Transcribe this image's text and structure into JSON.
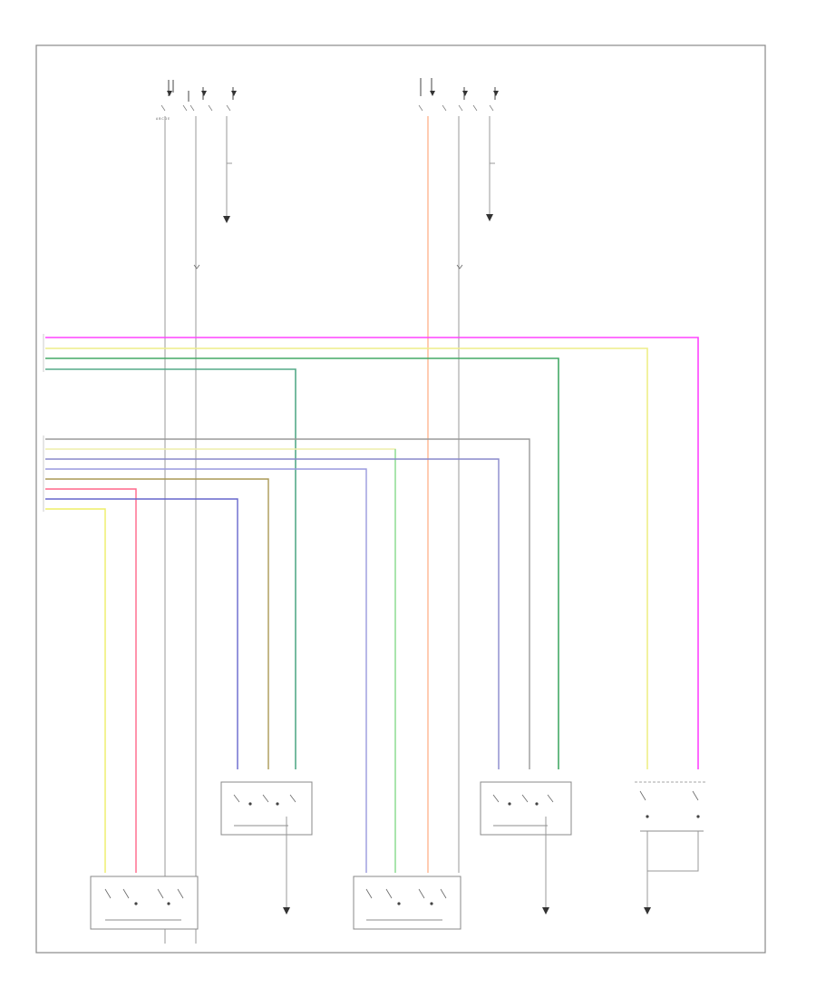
{
  "diagram": {
    "page_ref": "",
    "top_connectors": [
      {
        "id": "left-connector",
        "title_line1": "",
        "title_line2": ""
      },
      {
        "id": "right-connector",
        "title_line1": "",
        "title_line2": ""
      }
    ],
    "bus_wires_top": [
      {
        "label": "",
        "color": "#ff44ff"
      },
      {
        "label": "",
        "color": "#eeee88"
      },
      {
        "label": "",
        "color": "#44aa66"
      },
      {
        "label": "",
        "color": "#55aa88"
      }
    ],
    "bus_wires_bottom": [
      {
        "label": "",
        "color": "#9a9a9a"
      },
      {
        "label": "",
        "color": "#eeeeaa"
      },
      {
        "label": "",
        "color": "#8888cc"
      },
      {
        "label": "",
        "color": "#9999dd"
      },
      {
        "label": "",
        "color": "#aa9955"
      },
      {
        "label": "",
        "color": "#ff6688"
      },
      {
        "label": "",
        "color": "#6666cc"
      },
      {
        "label": "",
        "color": "#eeee66"
      }
    ],
    "components": [
      {
        "id": "left-rear-switch",
        "label": ""
      },
      {
        "id": "left-front-switch",
        "label": ""
      },
      {
        "id": "right-front-switch",
        "label": ""
      },
      {
        "id": "right-rear-switch",
        "label": ""
      },
      {
        "id": "lockout-switch",
        "label": ""
      }
    ],
    "grounds": [
      {
        "id": "ground-left-top",
        "label": ""
      },
      {
        "id": "ground-right-top",
        "label": ""
      },
      {
        "id": "ground-bottom-1",
        "label": ""
      },
      {
        "id": "ground-bottom-2",
        "label": ""
      },
      {
        "id": "ground-bottom-3",
        "label": ""
      }
    ],
    "accent_colors": {
      "orange_feed": "#ff9966",
      "border": "#888888",
      "conductor": "#999999"
    }
  }
}
